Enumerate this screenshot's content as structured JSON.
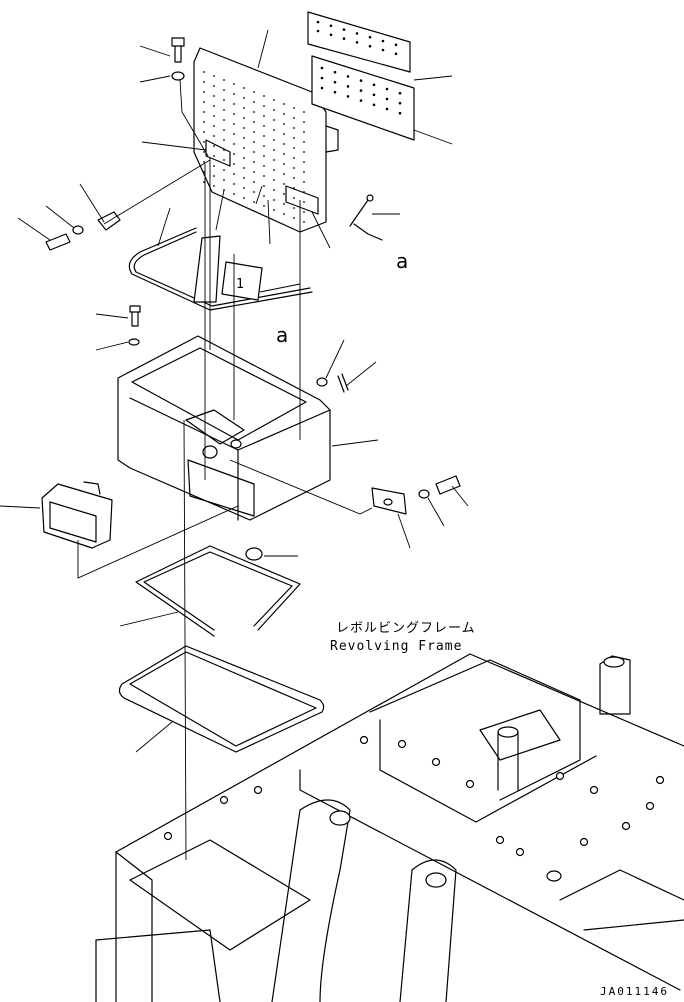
{
  "labels": {
    "frame_jp": "レボルビングフレーム",
    "frame_en": "Revolving Frame",
    "view_a_top": "a",
    "view_a_mid": "a",
    "plate_num": "1"
  },
  "footer": {
    "sheet_id": "JA011146"
  }
}
